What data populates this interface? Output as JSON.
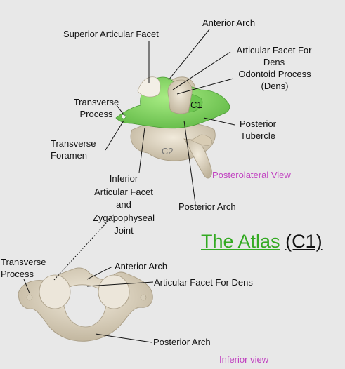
{
  "labels": {
    "superior_articular_facet": "Superior Articular Facet",
    "anterior_arch_top": "Anterior Arch",
    "articular_facet_for_dens_top_1": "Articular Facet For",
    "articular_facet_for_dens_top_2": "Dens",
    "odontoid_process_1": "Odontoid Process",
    "odontoid_process_2": "(Dens)",
    "c1_marker": "C1",
    "posterior_tubercle_1": "Posterior",
    "posterior_tubercle_2": "Tubercle",
    "transverse_process_top_1": "Transverse",
    "transverse_process_top_2": "Process",
    "transverse_foramen_1": "Transverse",
    "transverse_foramen_2": "Foramen",
    "c2_marker": "C2",
    "inferior_articular_1": "Inferior",
    "inferior_articular_2": "Articular Facet",
    "inferior_articular_3": "and",
    "inferior_articular_4": "Zygapophyseal",
    "inferior_articular_5": "Joint",
    "posterior_arch_top": "Posterior Arch",
    "posterolateral_view": "Posterolateral View",
    "transverse_process_bottom_1": "Transverse",
    "transverse_process_bottom_2": "Process",
    "anterior_arch_bottom": "Anterior Arch",
    "articular_facet_for_dens_bottom": "Articular Facet For Dens",
    "posterior_arch_bottom": "Posterior Arch",
    "inferior_view": "Inferior view"
  },
  "title": {
    "main": "The Atlas",
    "sub": "(C1)"
  },
  "colors": {
    "background": "#e8e8e8",
    "bone": "#e6dcc7",
    "bone_shadow": "#bfb39b",
    "atlas_highlight": "#8fdc6a",
    "title_green": "#33aa22",
    "view_label": "#c040c0"
  }
}
